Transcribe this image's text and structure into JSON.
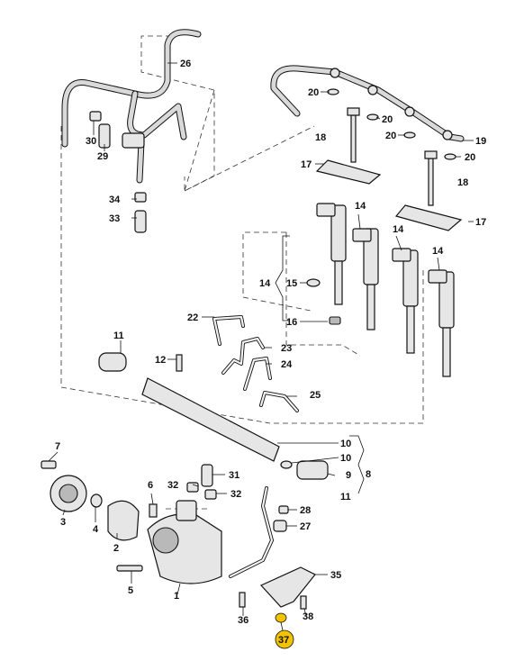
{
  "diagram": {
    "labels": {
      "1": "1",
      "2": "2",
      "3": "3",
      "4": "4",
      "5": "5",
      "6": "6",
      "7": "7",
      "8": "8",
      "9": "9",
      "10": "10",
      "11": "11",
      "12": "12",
      "14": "14",
      "15": "15",
      "16": "16",
      "17": "17",
      "18": "18",
      "19": "19",
      "20": "20",
      "22": "22",
      "23": "23",
      "24": "24",
      "25": "25",
      "26": "26",
      "27": "27",
      "28": "28",
      "29": "29",
      "30": "30",
      "31": "31",
      "32": "32",
      "33": "33",
      "34": "34",
      "35": "35",
      "36": "36",
      "37": "37",
      "38": "38"
    },
    "highlight_part": "37",
    "highlight_color": "#f3c300"
  }
}
